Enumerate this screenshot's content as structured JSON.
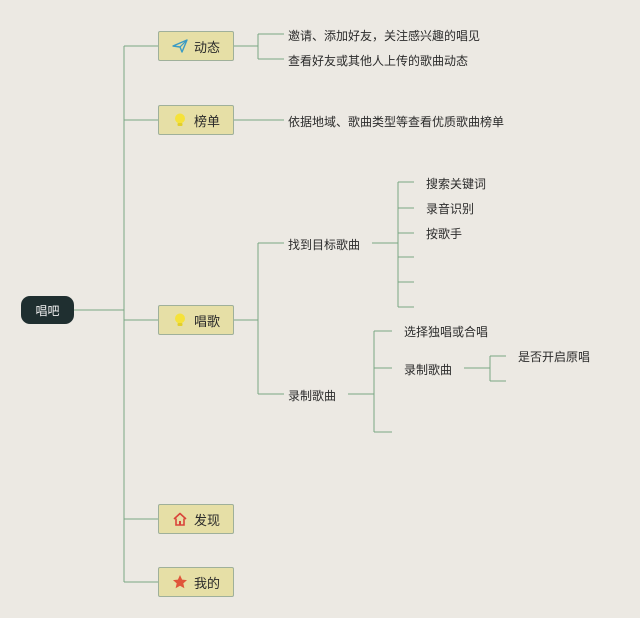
{
  "colors": {
    "background": "#ece9e3",
    "root_fill": "#1f2f30",
    "branch_fill": "#e6dfa6",
    "line": "#7aa683"
  },
  "root": {
    "label": "唱吧"
  },
  "branches": [
    {
      "label": "动态",
      "icon": "paper-plane-icon",
      "children": [
        {
          "label": "邀请、添加好友，关注感兴趣的唱见"
        },
        {
          "label": "查看好友或其他人上传的歌曲动态"
        }
      ]
    },
    {
      "label": "榜单",
      "icon": "lightbulb-icon",
      "children": [
        {
          "label": "依据地域、歌曲类型等查看优质歌曲榜单"
        }
      ]
    },
    {
      "label": "唱歌",
      "icon": "lightbulb-icon",
      "children": [
        {
          "label": "找到目标歌曲",
          "children": [
            {
              "label": "搜索关键词"
            },
            {
              "label": "录音识别"
            },
            {
              "label": "按歌手"
            },
            {
              "label": ""
            },
            {
              "label": ""
            },
            {
              "label": ""
            }
          ]
        },
        {
          "label": "录制歌曲",
          "children": [
            {
              "label": "选择独唱或合唱"
            },
            {
              "label": "录制歌曲",
              "children": [
                {
                  "label": "是否开启原唱"
                },
                {
                  "label": ""
                }
              ]
            },
            {
              "label": ""
            }
          ]
        }
      ]
    },
    {
      "label": "发现",
      "icon": "home-icon",
      "children": []
    },
    {
      "label": "我的",
      "icon": "star-icon",
      "children": []
    }
  ]
}
